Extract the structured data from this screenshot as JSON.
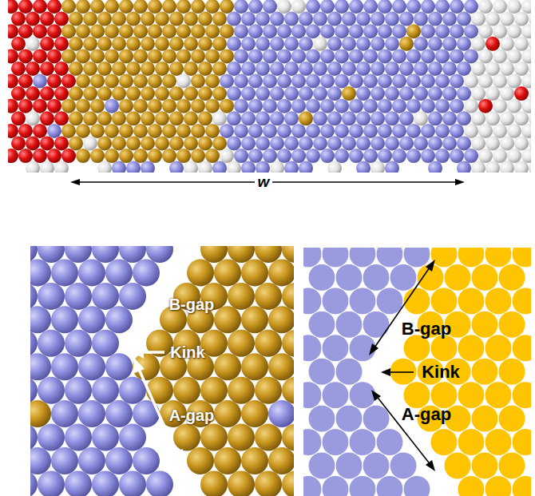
{
  "diagram": {
    "labels": [
      "w",
      "B-gap",
      "Kink",
      "A-gap",
      "B-gap",
      "Kink",
      "A-gap"
    ]
  }
}
